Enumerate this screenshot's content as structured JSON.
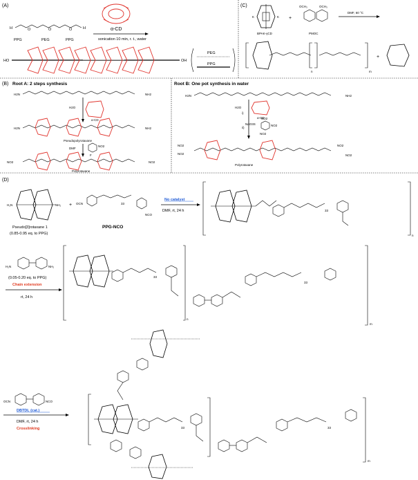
{
  "panels": {
    "A": {
      "label": "(A)",
      "blocks": [
        "PPG",
        "PEG",
        "PPG"
      ],
      "reagent": "α-CD",
      "conditions": "sonication 10 min, r. t., water",
      "end_left": "HO",
      "end_right": "OH",
      "legend_peg": "PEG",
      "legend_ppg": "PPG"
    },
    "B": {
      "label": "(B)",
      "routeA_title": "Root A: 2 steps synthesis",
      "routeB_title": "Root B: One pot synthesis in water",
      "h2o": "H2O",
      "acd": "α-CD",
      "pseudo": "Pseudopolyrotaxane",
      "dmf": "DMF",
      "polyrotaxane": "Polyrotaxane",
      "step_i": "i)",
      "step_ii": "ii)",
      "nh2": "NH2",
      "h2n": "H2N",
      "no2": "NO2",
      "naso3s": "NaO3S",
      "f": "F"
    },
    "C": {
      "label": "(C)",
      "reagent1": "BPAK-γCD",
      "reagent2": "PMOC",
      "conditions": "DMF, 60 °C",
      "k": "K",
      "n": "n",
      "m": "m"
    },
    "D": {
      "label": "(D)",
      "pseudo_name": "Pseudo[3]rotaxane 1",
      "pseudo_eq": "(0.85-0.95 eq. to PPG)",
      "ppg_nco": "PPG-NCO",
      "nocat": "No catalyst",
      "cond1": "DMF, rt, 24 h",
      "ext_eq": "(0.05-0.20 eq. to PPG)",
      "chain_ext": "Chain extension",
      "cond2": "rt, 24 h",
      "dbtdl": "DBTDL (cat.)",
      "cond3": "DMF, rt, 24 h",
      "crosslink": "Crosslinking",
      "ocn": "OCN",
      "nco": "NCO",
      "n33": "33",
      "n": "n",
      "m": "m",
      "plus": "+"
    }
  }
}
